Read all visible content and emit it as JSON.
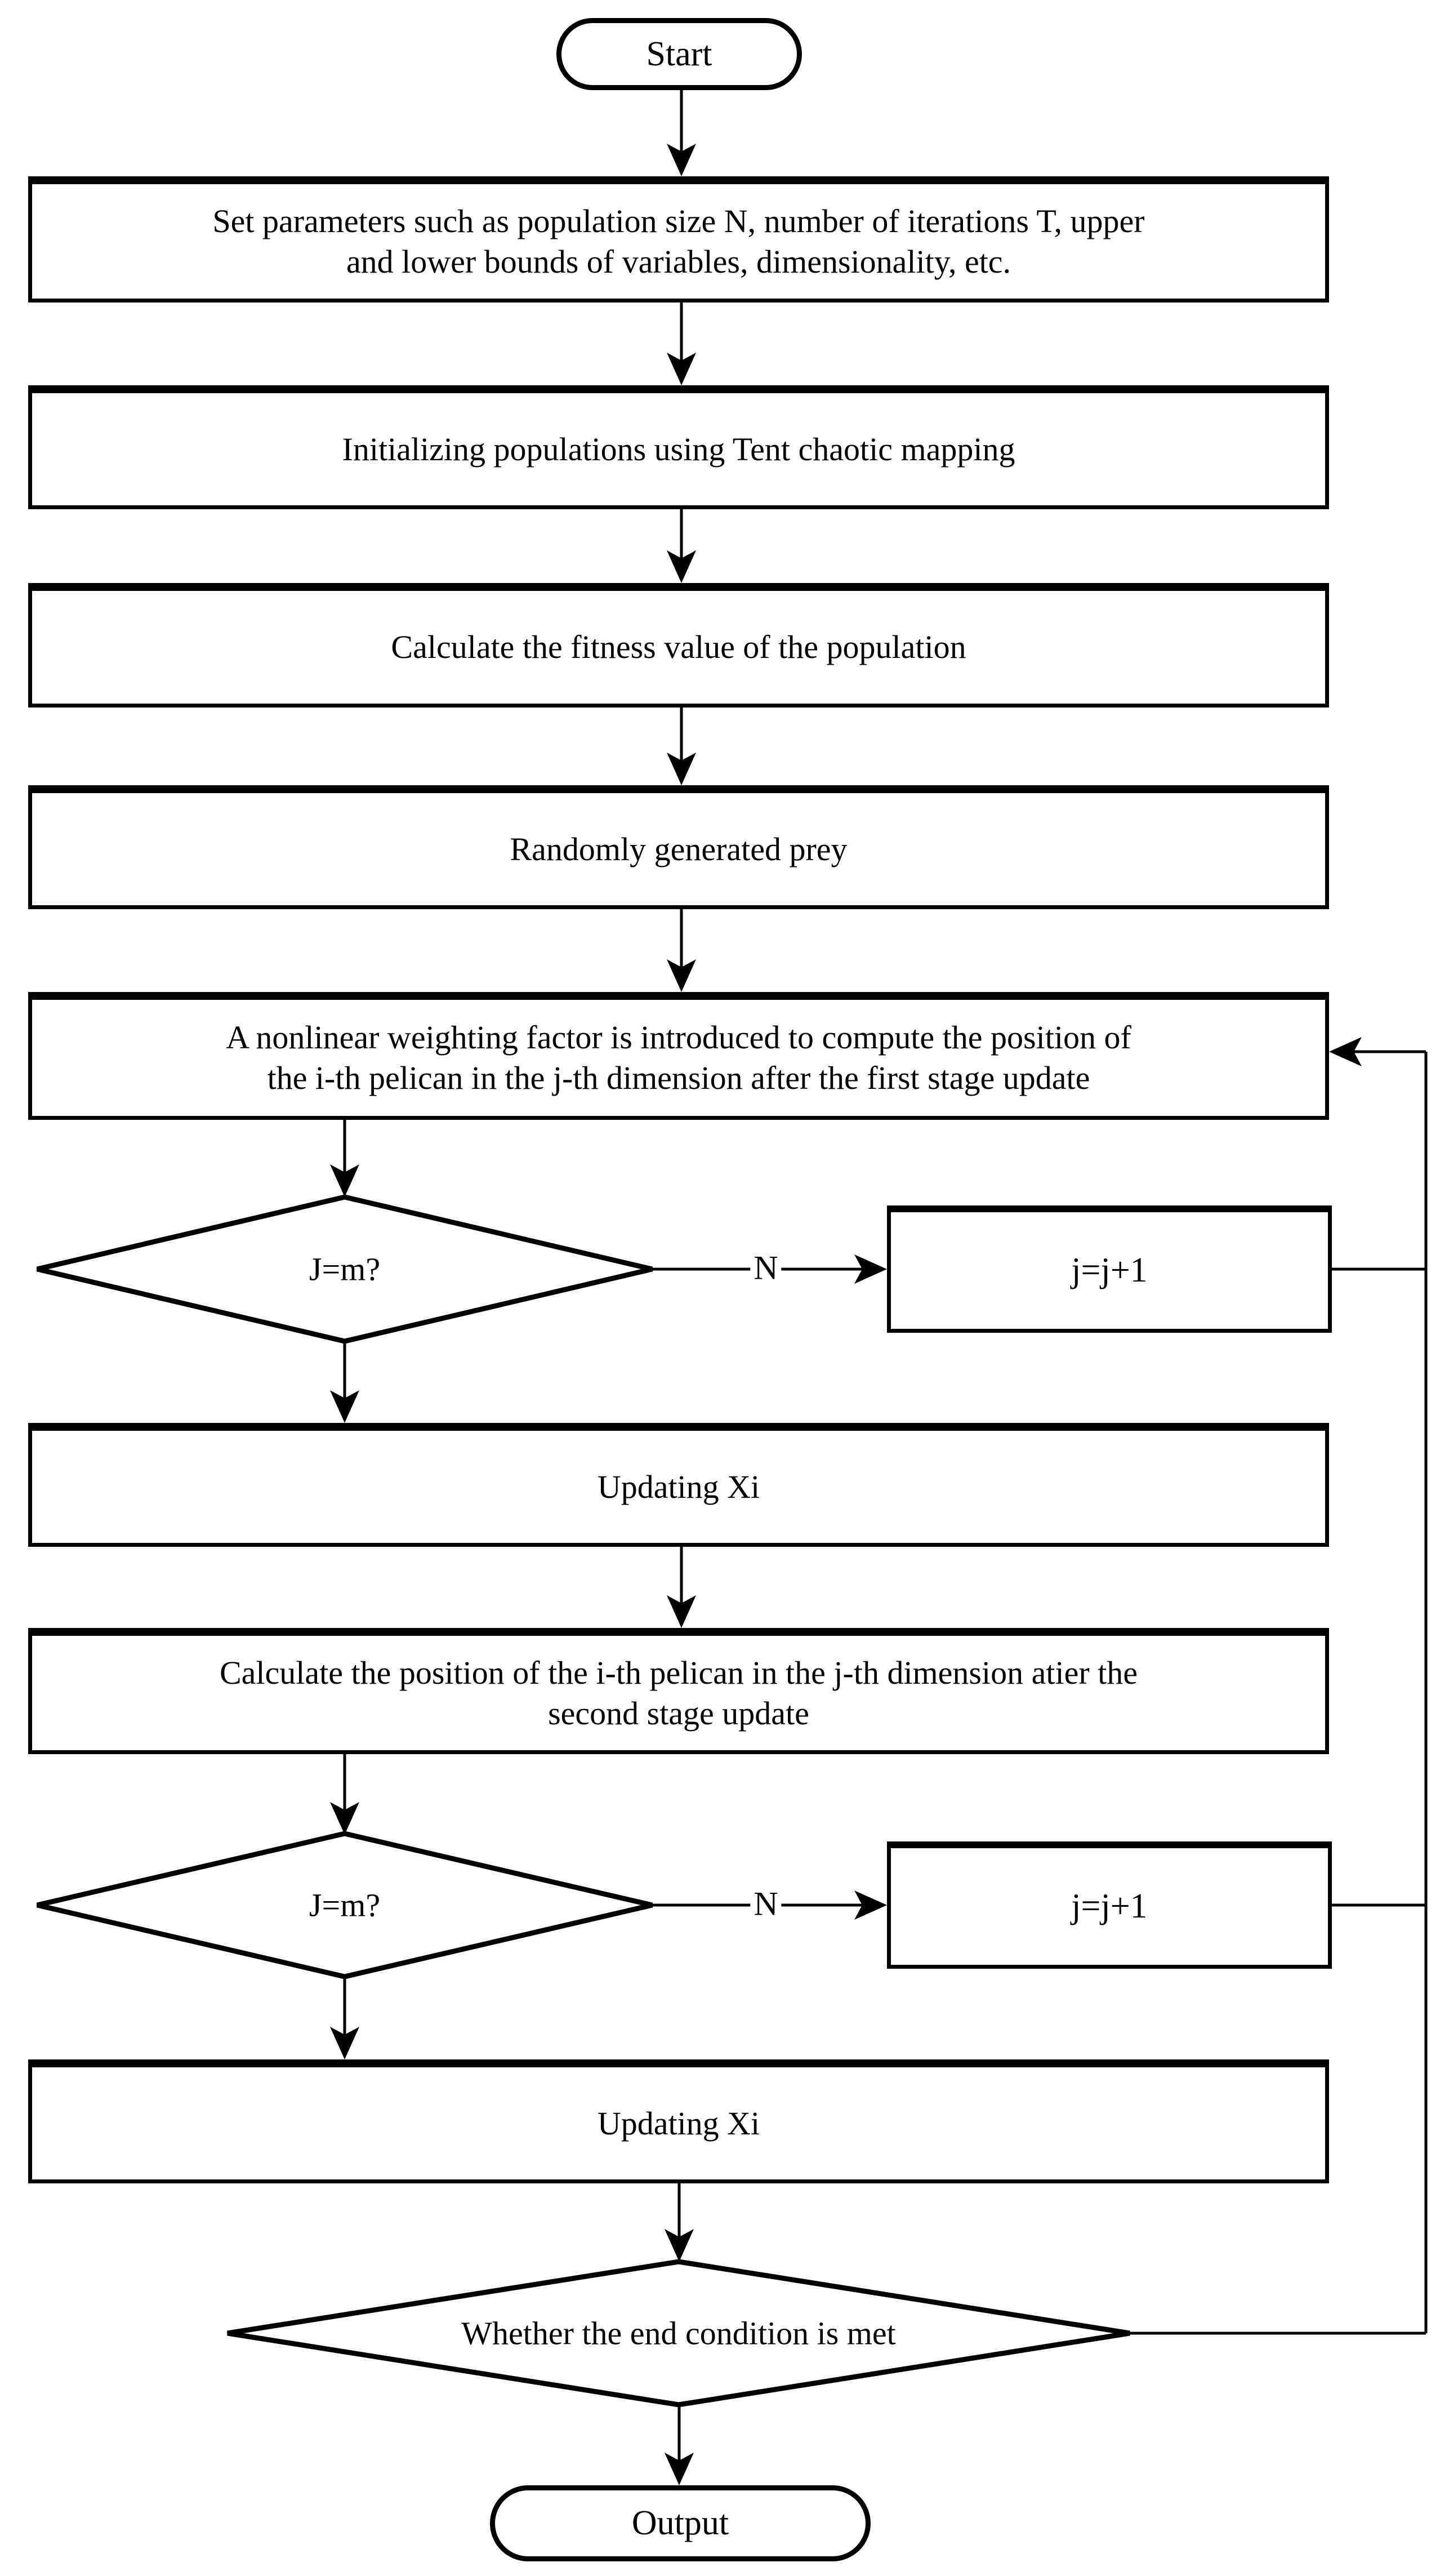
{
  "flowchart": {
    "title_hint": "Improved Pelican Optimization Algorithm flowchart",
    "start_label": "Start",
    "steps": {
      "set_parameters": "Set parameters such as population size N, number of iterations T, upper\nand lower bounds of variables, dimensionality, etc.",
      "init_population": "Initializing populations using Tent chaotic mapping",
      "fitness": "Calculate the fitness value of the population",
      "random_prey": "Randomly generated prey",
      "first_stage_update": "A nonlinear weighting factor is introduced to compute the position of\nthe i-th pelican in the j-th dimension after the first stage update",
      "updating_xi_1": "Updating Xi",
      "second_stage_update": "Calculate the position of the i-th pelican in the j-th dimension atier the\nsecond stage update",
      "updating_xi_2": "Updating Xi"
    },
    "decisions": {
      "j_equals_m_1": "J=m?",
      "j_equals_m_2": "J=m?",
      "end_condition": "Whether the end condition is met"
    },
    "branch_labels": {
      "no_1": "N",
      "no_2": "N"
    },
    "increment_boxes": {
      "increment_j_1": "j=j+1",
      "increment_j_2": "j=j+1"
    },
    "output_label": "Output"
  },
  "colors": {
    "line": "#000000",
    "background": "#ffffff",
    "text": "#000000"
  }
}
